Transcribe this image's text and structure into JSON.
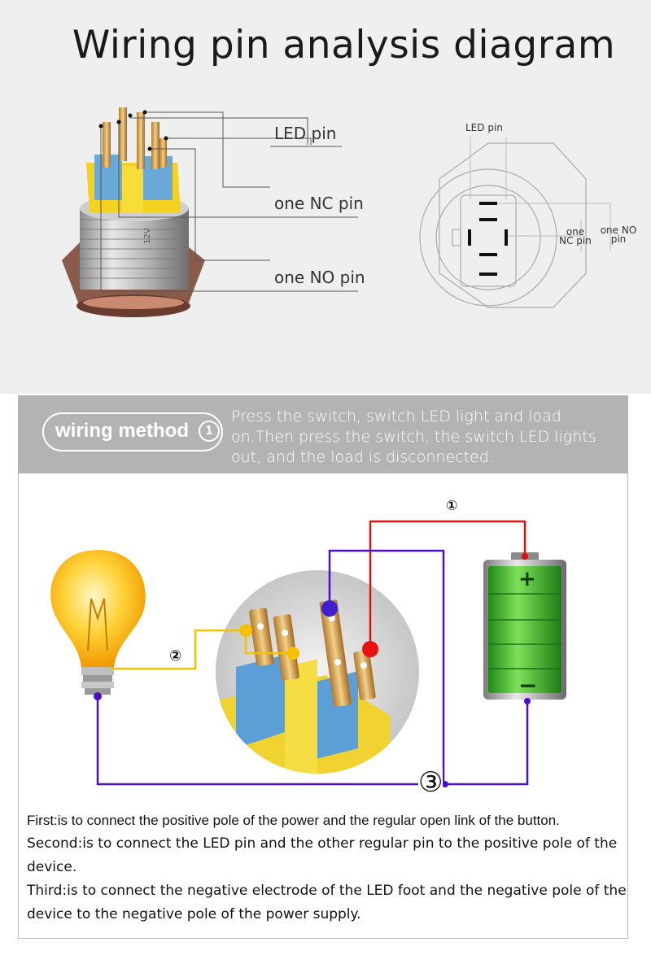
{
  "title": "Wiring pin analysis diagram",
  "pin_labels": {
    "led": "LED pin",
    "nc": "one NC pin",
    "no": "one NO pin"
  },
  "bottom_view_labels": {
    "led": "LED pin",
    "nc": "one NC pin",
    "no": "one NO pin"
  },
  "button_engraving": "12V",
  "wiring": {
    "method_label": "wiring method",
    "method_number": "1",
    "description": "Press the switch, switch LED light and load on.Then press the switch, the switch LED lights out, and the load is disconnected.",
    "circuit_labels": {
      "one": "①",
      "two": "②",
      "three": "③"
    },
    "battery_plus": "+",
    "battery_minus": "−"
  },
  "steps": [
    "First:is to connect the positive pole of the power and the regular open link of the button.",
    "Second:is to connect the LED pin and the other regular pin to the positive pole of the device.",
    "Third:is to connect the negative electrode of the LED foot and the negative pole of the device to the negative pole of the power supply."
  ],
  "colors": {
    "red_wire": "#dd1111",
    "blue_wire": "#4a10c8",
    "yellow_wire": "#f5c200",
    "battery_green": "#3dbb2a",
    "bulb_yellow": "#ffc21a"
  },
  "icons": [
    "push-button-switch-photo",
    "bottom-view-pin-icon",
    "light-bulb-icon",
    "battery-icon",
    "switch-closeup-photo"
  ]
}
